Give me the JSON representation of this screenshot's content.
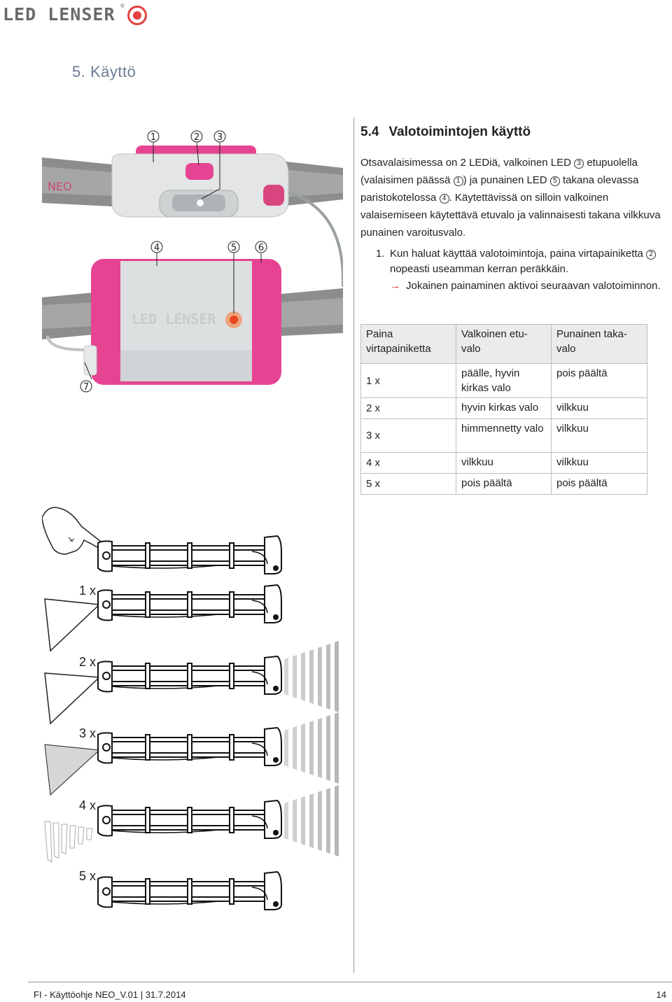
{
  "header": {
    "logo_text": "LED LENSER",
    "logo_mark": "®",
    "logo_icon": "led-lenser-ring-logo",
    "accent_color": "#e2413d"
  },
  "chapter_title": "5. Käyttö",
  "section": {
    "number": "5.4",
    "title": "Valotoimintojen käyttö"
  },
  "intro": {
    "p1": "Otsavalaisimessa on 2 LEDiä, valkoinen LED ",
    "ref_a": "3",
    "p2": " etupuolella (valaisimen päässä ",
    "ref_b": "1",
    "p3": ") ja punainen LED ",
    "ref_c": "5",
    "p4": " takana olevassa paristokotelossa ",
    "ref_d": "4",
    "p5": ". Käytettävissä on silloin valkoinen valaisemiseen käytettävä etuvalo ja valinnaisesti takana vilkkuva punainen varoitusvalo."
  },
  "step": {
    "index": "1.",
    "text_a": "Kun haluat käyttää valotoimintoja, paina virtapainiketta ",
    "ref": "2",
    "text_b": " nopeasti useamman kerran peräkkäin."
  },
  "note": {
    "arrow": "→",
    "text": "Jokainen painaminen aktivoi seuraavan valotoiminnon."
  },
  "table": {
    "headers": [
      "Paina virtapainiketta",
      "Valkoinen etu-valo",
      "Punainen taka-valo"
    ],
    "rows": [
      [
        "1 x",
        "päälle, hyvin kirkas valo",
        "pois päältä"
      ],
      [
        "2 x",
        "hyvin kirkas valo",
        "vilkkuu"
      ],
      [
        "3 x",
        "himmennetty valo",
        "vilkkuu"
      ],
      [
        "4 x",
        "vilkkuu",
        "vilkkuu"
      ],
      [
        "5 x",
        "pois päältä",
        "pois päältä"
      ]
    ]
  },
  "photo_callouts": [
    "1",
    "2",
    "3",
    "4",
    "5",
    "6",
    "7"
  ],
  "photo_logo_text": "LED LENSER",
  "photo_band_text": "NEO",
  "illustration_labels": [
    "1 x",
    "2 x",
    "3 x",
    "4 x",
    "5 x"
  ],
  "footer": {
    "left": "FI - Käyttöohje NEO_V.01 | 31.7.2014",
    "page": "14"
  }
}
